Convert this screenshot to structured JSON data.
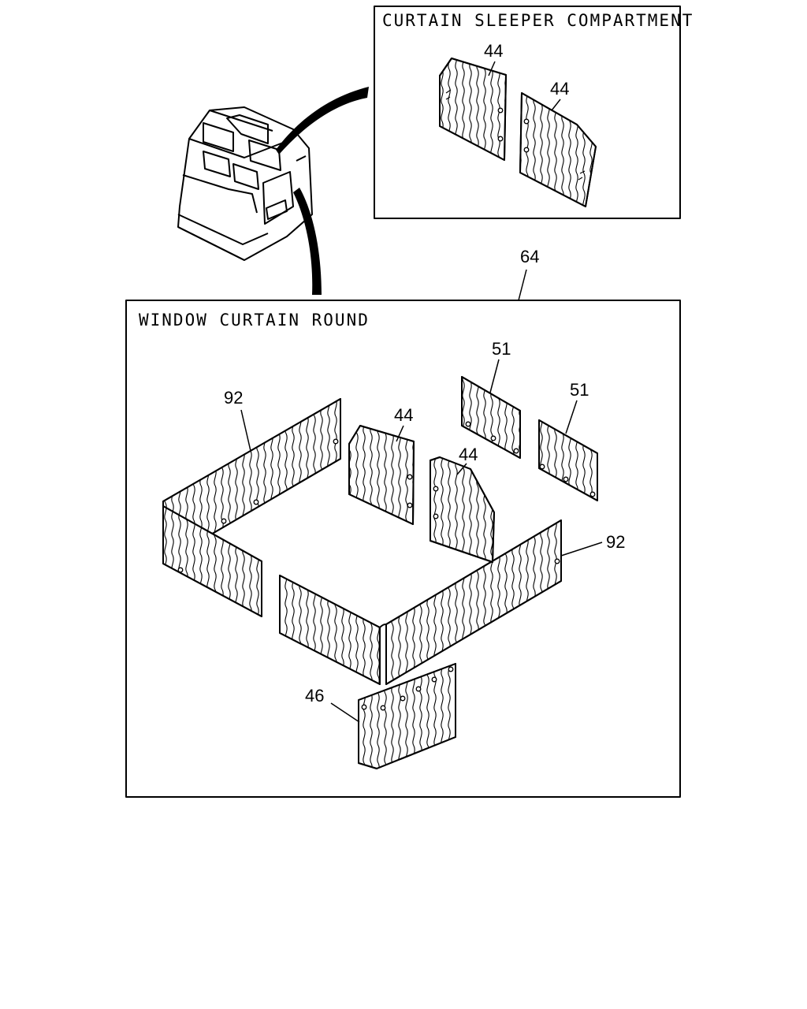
{
  "sleeper_box": {
    "title": "CURTAIN SLEEPER COMPARTMENT"
  },
  "window_box": {
    "title": "WINDOW CURTAIN ROUND"
  },
  "callouts": {
    "sleeper_44_a": "44",
    "sleeper_44_b": "44",
    "assembly_64": "64",
    "panel_92_left": "92",
    "panel_92_right": "92",
    "panel_44_a": "44",
    "panel_44_b": "44",
    "panel_51_a": "51",
    "panel_51_b": "51",
    "panel_46": "46"
  }
}
